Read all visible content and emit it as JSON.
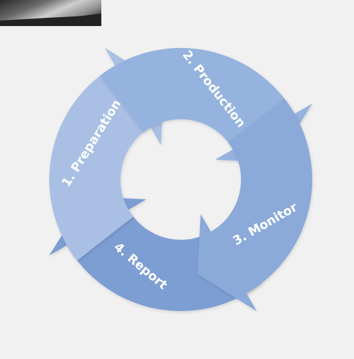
{
  "cycle": {
    "steps": [
      {
        "label": "1. Preparation",
        "color": "#a9c0e4"
      },
      {
        "label": "2. Production",
        "color": "#95b3de"
      },
      {
        "label": "3. Monitor",
        "color": "#8ba9d9"
      },
      {
        "label": "4. Report",
        "color": "#7d9ed3"
      }
    ]
  },
  "corner_image": {
    "icon": "metallic-photo-fragment"
  }
}
